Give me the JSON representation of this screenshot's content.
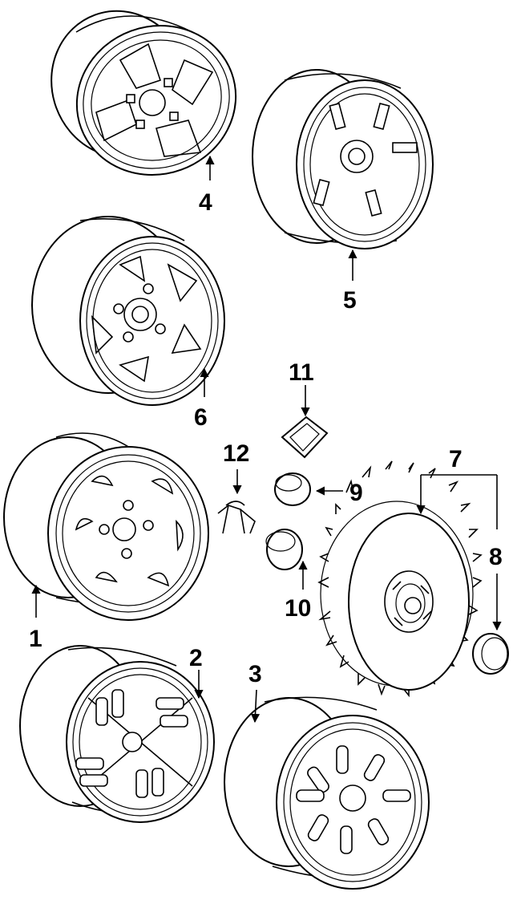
{
  "diagram": {
    "parts": [
      {
        "id": "1",
        "label": "1"
      },
      {
        "id": "2",
        "label": "2"
      },
      {
        "id": "3",
        "label": "3"
      },
      {
        "id": "4",
        "label": "4"
      },
      {
        "id": "5",
        "label": "5"
      },
      {
        "id": "6",
        "label": "6"
      },
      {
        "id": "7",
        "label": "7"
      },
      {
        "id": "8",
        "label": "8"
      },
      {
        "id": "9",
        "label": "9"
      },
      {
        "id": "10",
        "label": "10"
      },
      {
        "id": "11",
        "label": "11"
      },
      {
        "id": "12",
        "label": "12"
      }
    ]
  }
}
